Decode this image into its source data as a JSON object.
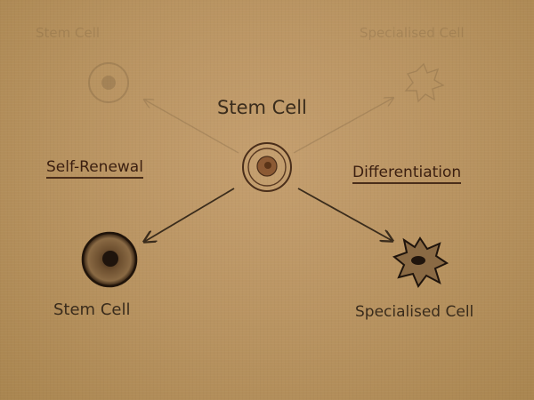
{
  "diagram": {
    "center_label": "Stem Cell",
    "left_process": "Self-Renewal",
    "right_process": "Differentiation",
    "left_result": "Stem Cell",
    "right_result": "Specialised Cell",
    "faint_left_label": "Stem Cell",
    "faint_right_label": "Specialised Cell"
  },
  "colors": {
    "paper": "#b7925f",
    "ink": "#3a2c1c",
    "cell_fill": "#8a6a44",
    "nucleus_fill": "#1f140c"
  }
}
